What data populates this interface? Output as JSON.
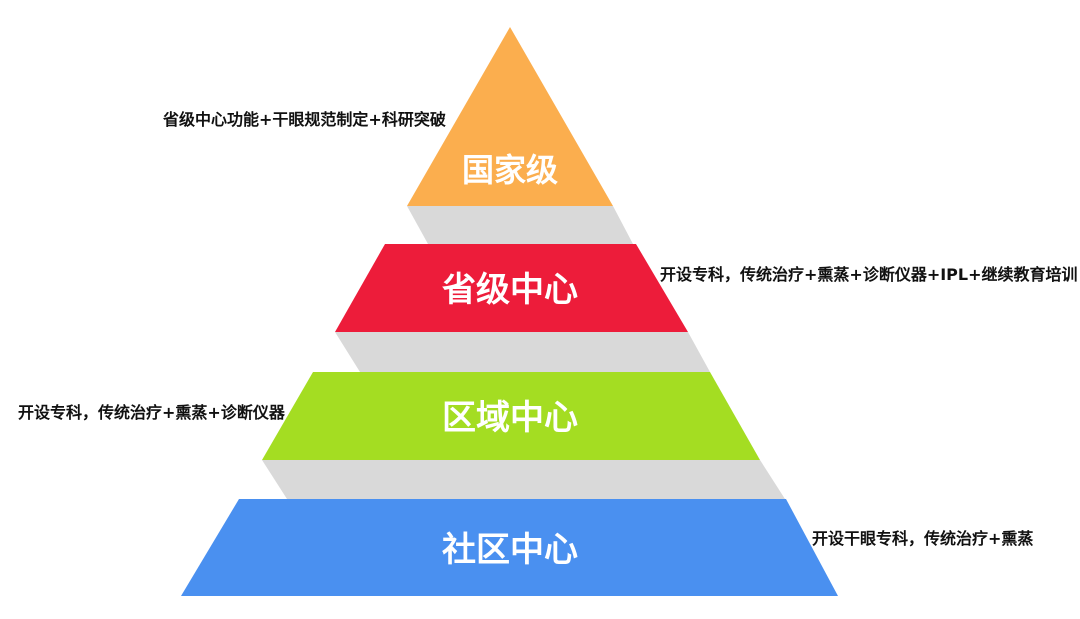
{
  "tiers": [
    {
      "label": "国家级",
      "color": "#FBAE4E",
      "description": "省级中心功能+干眼规范制定+科研突破"
    },
    {
      "label": "省级中心",
      "color": "#ED1C3A",
      "description": "开设专科，传统治疗+熏蒸+诊断仪器+IPL+继续教育培训"
    },
    {
      "label": "区域中心",
      "color": "#A4DD22",
      "description": "开设专科，传统治疗+熏蒸+诊断仪器"
    },
    {
      "label": "社区中心",
      "color": "#4A90F0",
      "description": "开设干眼专科，传统治疗+熏蒸"
    }
  ],
  "connector_color": "#D9D9D9"
}
